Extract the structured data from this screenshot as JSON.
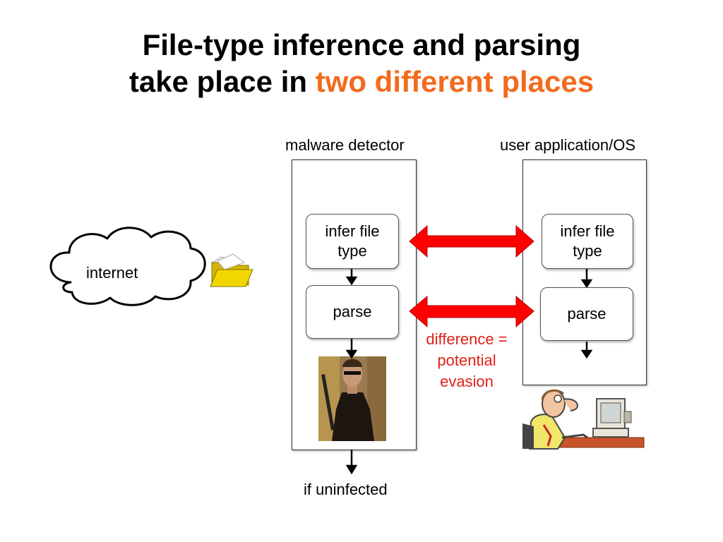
{
  "title": {
    "line1": "File-type inference and parsing",
    "line2_plain": "take place in ",
    "line2_accent": "two different places"
  },
  "colors": {
    "accent": "#f26b1d",
    "arrow_red": "#ff0000",
    "note_red": "#e0201a"
  },
  "detector": {
    "label": "malware detector",
    "infer_line1": "infer file",
    "infer_line2": "type",
    "parse": "parse",
    "bottom_label": "if uninfected"
  },
  "application": {
    "label": "user application/OS",
    "infer_line1": "infer file",
    "infer_line2": "type",
    "parse": "parse"
  },
  "cloud_label": "internet",
  "difference_note": {
    "line1": "difference =",
    "line2": "potential",
    "line3": "evasion"
  },
  "icons": [
    "cloud-icon",
    "folder-icon",
    "terminator-photo",
    "office-worker-icon"
  ]
}
